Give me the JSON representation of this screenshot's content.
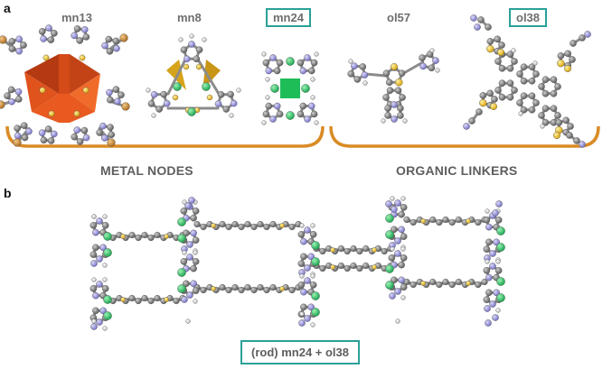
{
  "panels": {
    "a": "a",
    "b": "b"
  },
  "panel_a": {
    "molecules": [
      {
        "id": "mn13",
        "label": "mn13",
        "boxed": false
      },
      {
        "id": "mn8",
        "label": "mn8",
        "boxed": false
      },
      {
        "id": "mn24",
        "label": "mn24",
        "boxed": true
      },
      {
        "id": "ol57",
        "label": "ol57",
        "boxed": false
      },
      {
        "id": "ol38",
        "label": "ol38",
        "boxed": true
      }
    ],
    "groups": {
      "metal_nodes": "METAL NODES",
      "organic_linkers": "ORGANIC LINKERS"
    }
  },
  "panel_b": {
    "caption": "(rod) mn24 + ol38"
  },
  "colors": {
    "carbon": "#7a7a7a",
    "nitrogen": "#9a97dd",
    "hydrogen": "#e4e4e4",
    "chlorine": "#22c55e",
    "sulfur": "#f2c21d",
    "copper": "#c98a2a",
    "bracket": "#d98b25",
    "box": "#2aa198",
    "polyhedron": "#e0531d"
  }
}
